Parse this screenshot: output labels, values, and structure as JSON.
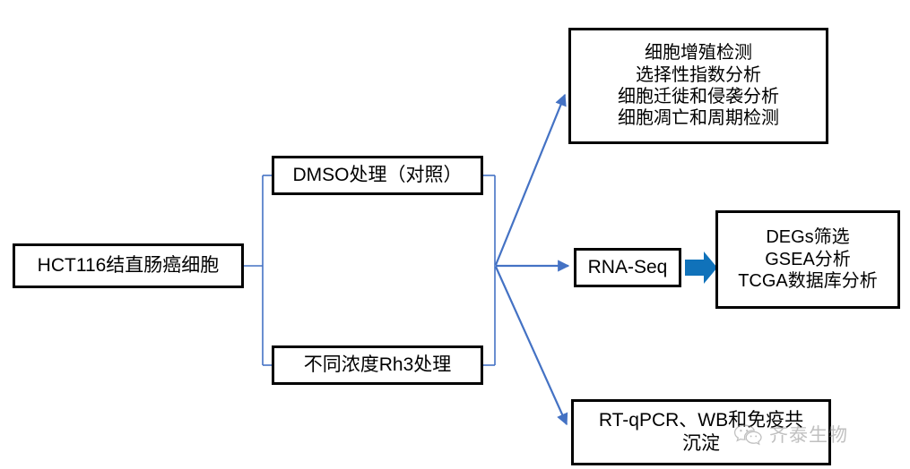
{
  "diagram": {
    "title": "HCT116 Rh3 experimental workflow flowchart",
    "colors": {
      "box_border": "#000000",
      "connector_blue": "#4472C4",
      "block_arrow_blue": "#1072BA",
      "background": "#FFFFFF",
      "watermark_gray": "#8D8D8D"
    },
    "nodes": {
      "source": {
        "text": "HCT116结直肠癌细胞"
      },
      "treatment_control": {
        "text": "DMSO处理（对照）"
      },
      "treatment_test": {
        "text": "不同浓度Rh3处理"
      },
      "assays": {
        "lines": [
          "细胞增殖检测",
          "选择性指数分析",
          "细胞迁徙和侵袭分析",
          "细胞凋亡和周期检测"
        ]
      },
      "rnaseq": {
        "text": "RNA-Seq"
      },
      "bioinformatics": {
        "lines": [
          "DEGs筛选",
          "GSEA分析",
          "TCGA数据库分析"
        ]
      },
      "validation": {
        "lines": [
          "RT-qPCR、WB和免疫共",
          "沉淀"
        ]
      }
    },
    "connectors": [
      {
        "name": "source-to-treatments-bracket",
        "style": "orthogonal",
        "color": "#4472C4"
      },
      {
        "name": "treatments-to-hub-bracket",
        "style": "orthogonal",
        "color": "#4472C4"
      },
      {
        "name": "hub-to-assays-arrow",
        "style": "arrow",
        "color": "#4472C4"
      },
      {
        "name": "hub-to-rnaseq-arrow",
        "style": "arrow",
        "color": "#4472C4"
      },
      {
        "name": "hub-to-validation-arrow",
        "style": "arrow",
        "color": "#4472C4"
      },
      {
        "name": "rnaseq-to-bioinformatics-block-arrow",
        "style": "block-arrow",
        "color": "#1072BA"
      }
    ]
  },
  "watermark": {
    "text": "齐泰生物",
    "icon": "wechat-logo-icon"
  }
}
